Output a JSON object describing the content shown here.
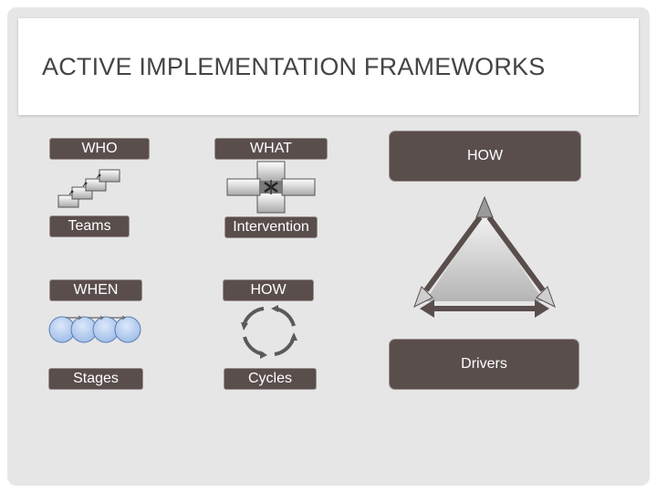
{
  "slide": {
    "title": "ACTIVE IMPLEMENTATION FRAMEWORKS",
    "accent_color": "#5a4e4d",
    "frameworks": [
      {
        "heading": "WHO",
        "name": "Teams",
        "icon": "staggered-teams-icon"
      },
      {
        "heading": "WHAT",
        "name": "Intervention",
        "icon": "intervention-cross-icon"
      },
      {
        "heading": "WHEN",
        "name": "Stages",
        "icon": "stages-circles-icon"
      },
      {
        "heading": "HOW",
        "name": "Cycles",
        "icon": "cycle-arrows-icon"
      }
    ],
    "drivers_panel": {
      "top_label": "HOW",
      "bottom_label": "Drivers",
      "icon": "driver-triangle-icon"
    }
  }
}
